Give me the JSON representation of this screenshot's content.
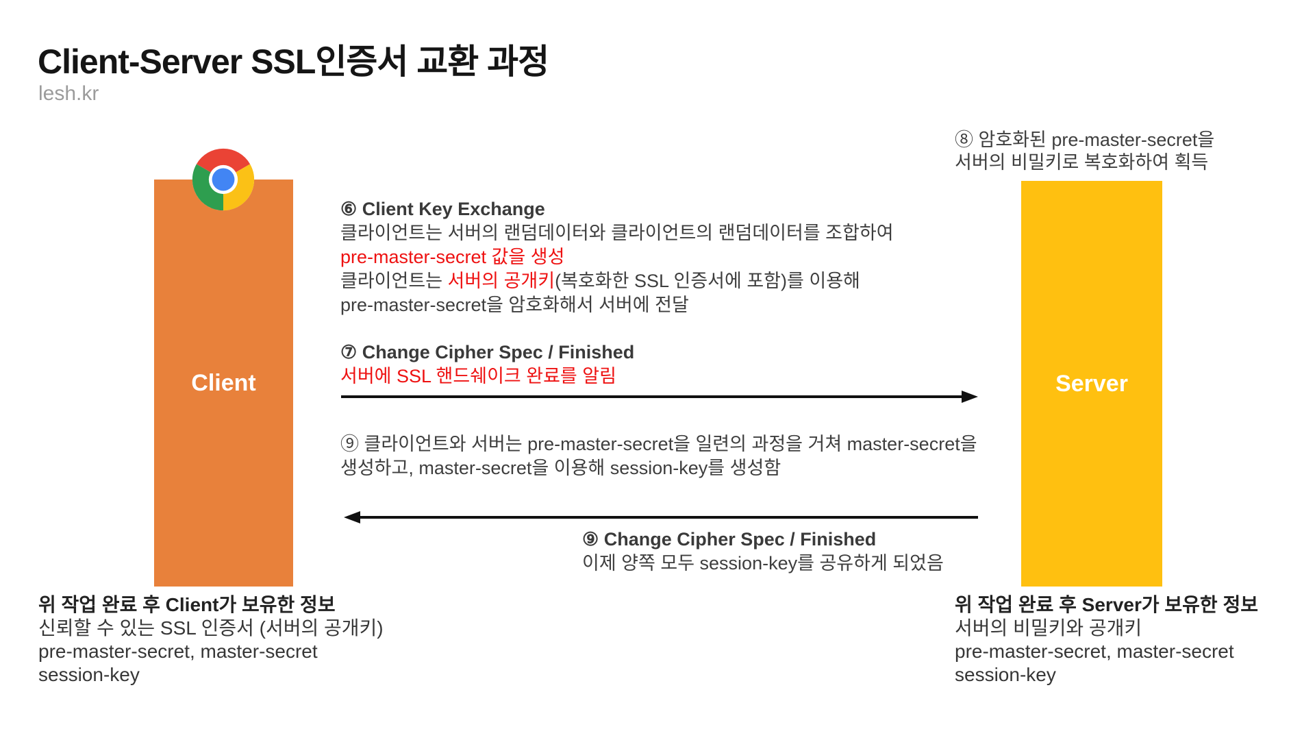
{
  "header": {
    "title": "Client-Server SSL인증서 교환 과정",
    "watermark": "lesh.kr"
  },
  "client": {
    "label": "Client"
  },
  "server": {
    "label": "Server"
  },
  "step6": {
    "heading": "⑥  Client Key Exchange",
    "line1": "클라이언트는 서버의 랜덤데이터와 클라이언트의 랜덤데이터를 조합하여",
    "line2_red": "pre-master-secret 값을 생성",
    "line3_pre": "클라이언트는 ",
    "line3_red": "서버의 공개키",
    "line3_post": "(복호화한 SSL 인증서에 포함)를 이용해",
    "line4": "pre-master-secret을 암호화해서 서버에 전달"
  },
  "step7": {
    "heading": "⑦ Change Cipher Spec / Finished",
    "line_red": "서버에 SSL 핸드쉐이크 완료를 알림"
  },
  "step8": {
    "line1": "⑧ 암호화된 pre-master-secret을",
    "line2": "서버의 비밀키로 복호화하여 획득"
  },
  "step9_exchange": {
    "line1": "⑨ 클라이언트와 서버는 pre-master-secret을 일련의 과정을 거쳐 master-secret을",
    "line2": "생성하고, master-secret을 이용해 session-key를 생성함"
  },
  "step9_finished": {
    "heading": "⑨ Change Cipher Spec / Finished",
    "line1": "이제 양쪽 모두 session-key를 공유하게 되었음"
  },
  "client_summary": {
    "heading": "위 작업 완료 후 Client가 보유한 정보",
    "lines": [
      "신뢰할 수 있는 SSL 인증서 (서버의 공개키)",
      "pre-master-secret, master-secret",
      "session-key"
    ]
  },
  "server_summary": {
    "heading": "위 작업 완료 후 Server가 보유한 정보",
    "lines": [
      "서버의 비밀키와 공개키",
      "pre-master-secret, master-secret",
      "session-key"
    ]
  },
  "colors": {
    "client_bar": "#E8813B",
    "server_bar": "#FFC010",
    "highlight_red": "#EE1111",
    "body_text": "#3E3E3E",
    "arrow": "#111111",
    "chrome_red": "#EA4335",
    "chrome_green": "#2E9E4F",
    "chrome_yellow": "#FBC116",
    "chrome_blue": "#4285F4"
  }
}
